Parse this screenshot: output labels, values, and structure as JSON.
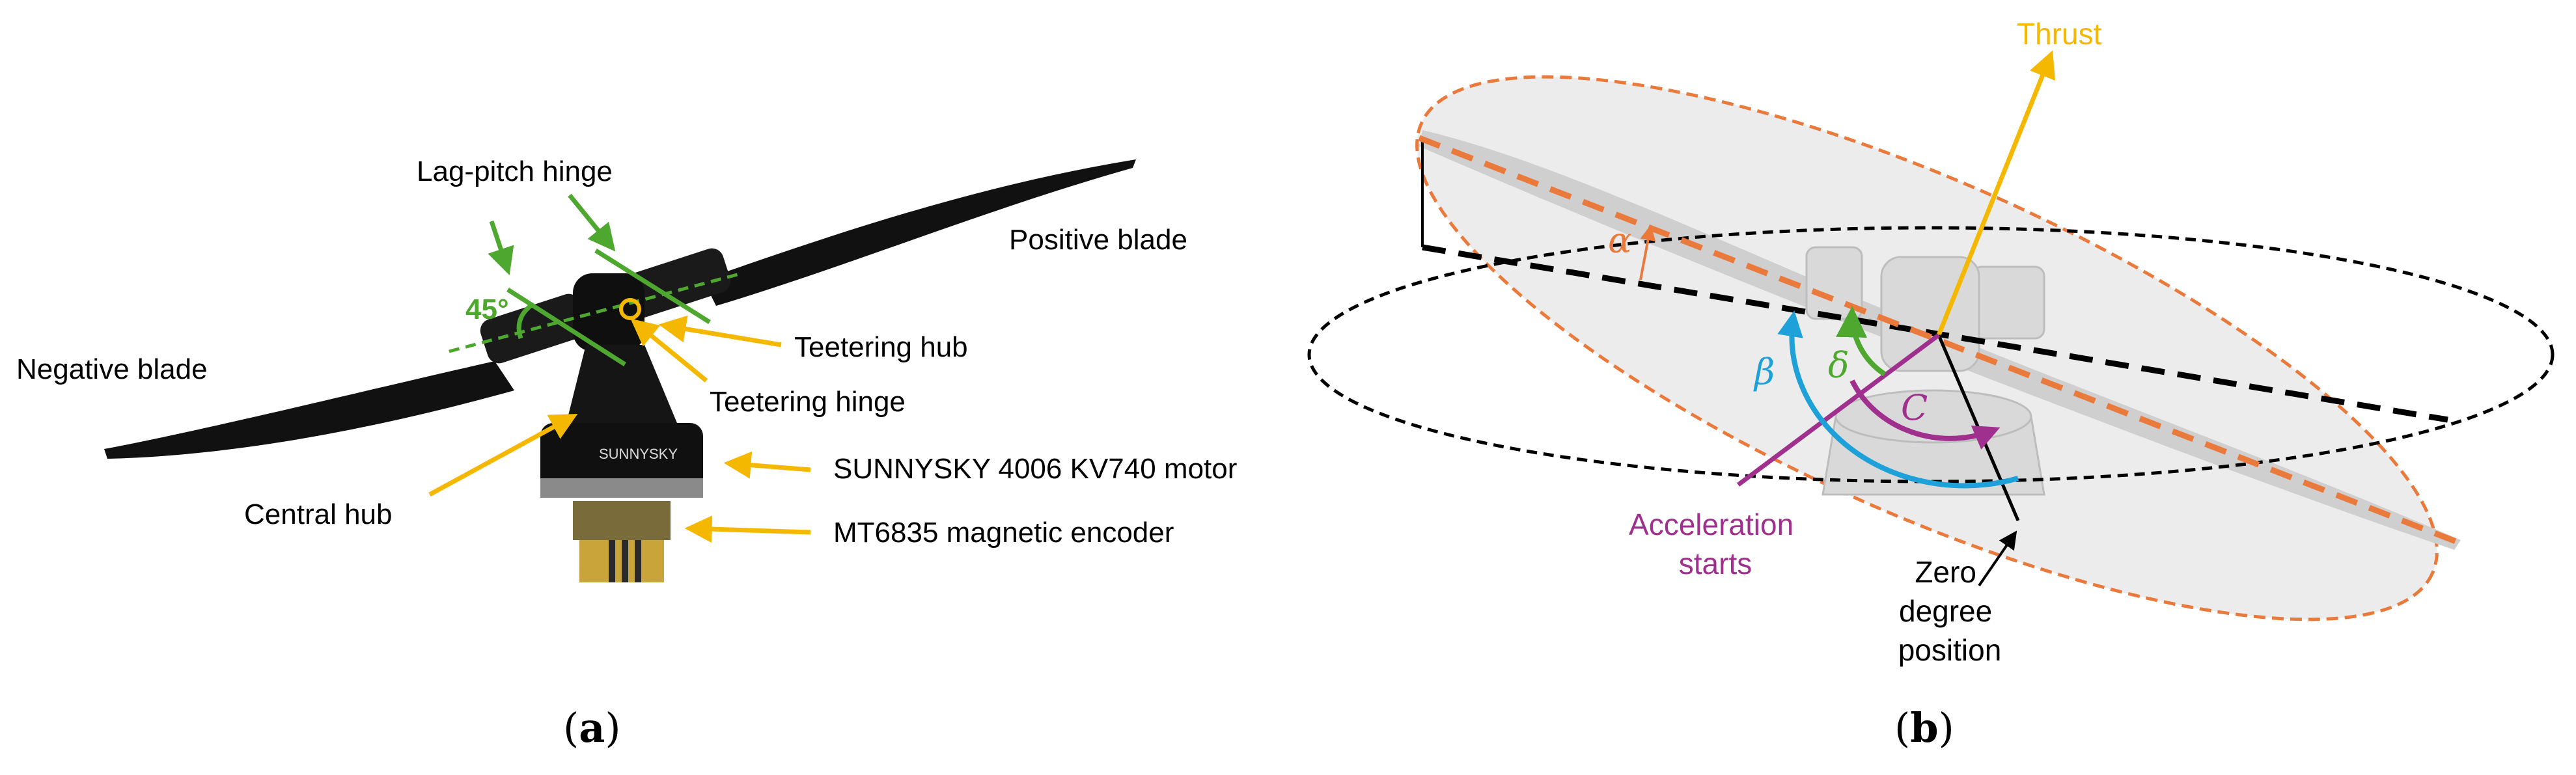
{
  "panel_a": {
    "caption_letter": "a",
    "labels": {
      "lag_pitch_hinge": "Lag-pitch hinge",
      "angle": "45°",
      "positive_blade": "Positive blade",
      "negative_blade": "Negative blade",
      "teetering_hub": "Teetering hub",
      "teetering_hinge": "Teetering hinge",
      "motor": "SUNNYSKY 4006 KV740 motor",
      "central_hub": "Central hub",
      "encoder": "MT6835 magnetic encoder",
      "motor_brand": "SUNNYSKY"
    }
  },
  "panel_b": {
    "caption_letter": "b",
    "labels": {
      "thrust": "Thrust",
      "alpha": "α",
      "beta": "β",
      "delta": "δ",
      "c": "C",
      "acceleration_starts_1": "Acceleration",
      "acceleration_starts_2": "starts",
      "zero_1": "Zero",
      "zero_2": "degree",
      "zero_3": "position"
    }
  },
  "colors": {
    "green": "#4ea72e",
    "yellow": "#f5b800",
    "orange": "#ea7a3c",
    "blue": "#1ea0d8",
    "purple": "#a0308e",
    "black": "#000000",
    "gray_fill": "#e6e6e6"
  }
}
